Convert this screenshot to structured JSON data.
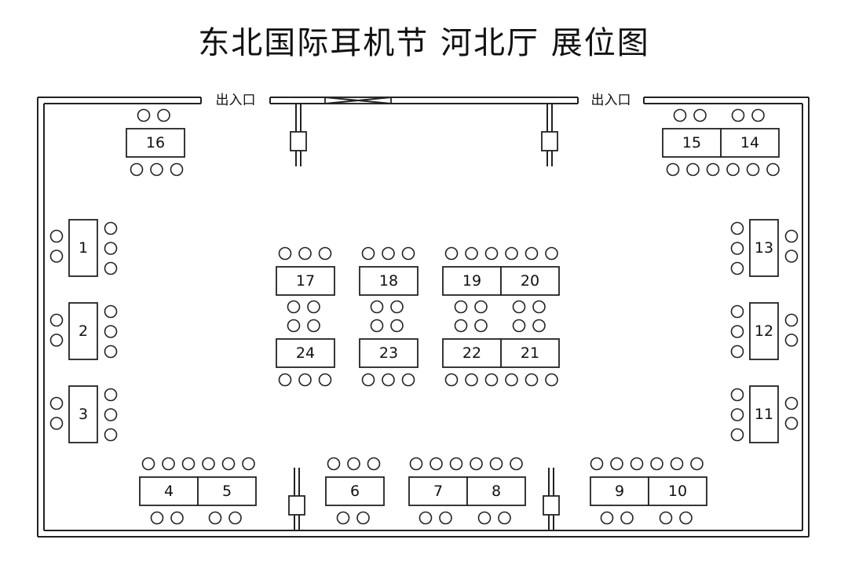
{
  "title": "东北国际耳机节  河北厅  展位图",
  "entrances": [
    "出入口",
    "出入口"
  ],
  "booths": [
    "1",
    "2",
    "3",
    "4",
    "5",
    "6",
    "7",
    "8",
    "9",
    "10",
    "11",
    "12",
    "13",
    "14",
    "15",
    "16",
    "17",
    "18",
    "19",
    "20",
    "21",
    "22",
    "23",
    "24"
  ]
}
